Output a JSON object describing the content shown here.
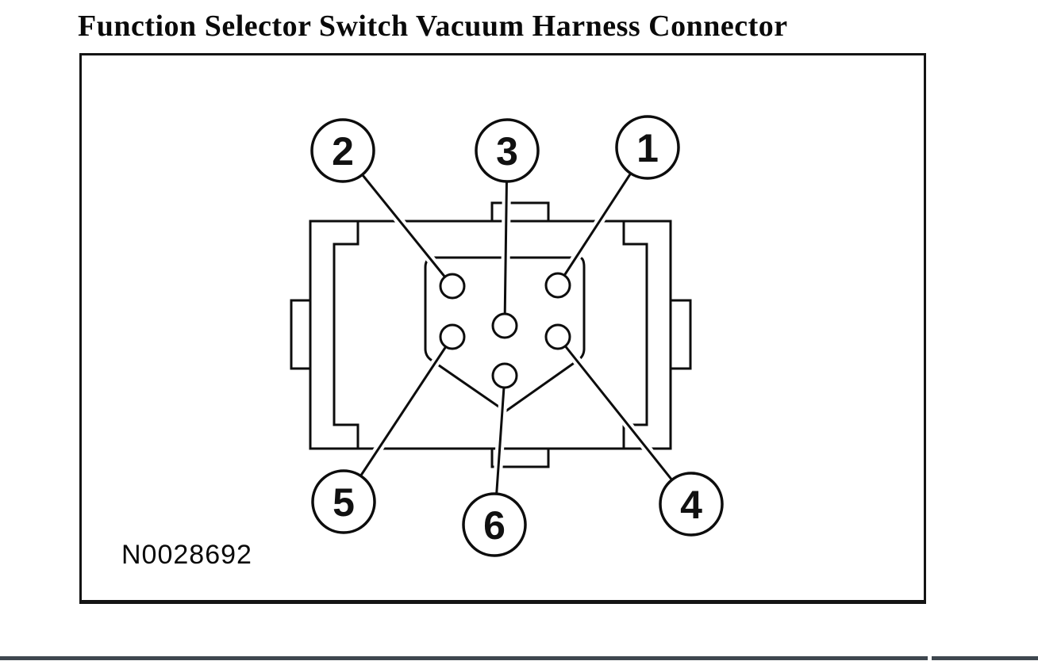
{
  "page": {
    "title": "Function Selector Switch Vacuum Harness Connector"
  },
  "figure": {
    "image_number": "N0028692",
    "callouts": [
      {
        "number": "2"
      },
      {
        "number": "3"
      },
      {
        "number": "1"
      },
      {
        "number": "5"
      },
      {
        "number": "6"
      },
      {
        "number": "4"
      }
    ]
  },
  "colors": {
    "line": "#0d0d0d",
    "background": "#ffffff",
    "bottom_bar": "#3e474f"
  }
}
